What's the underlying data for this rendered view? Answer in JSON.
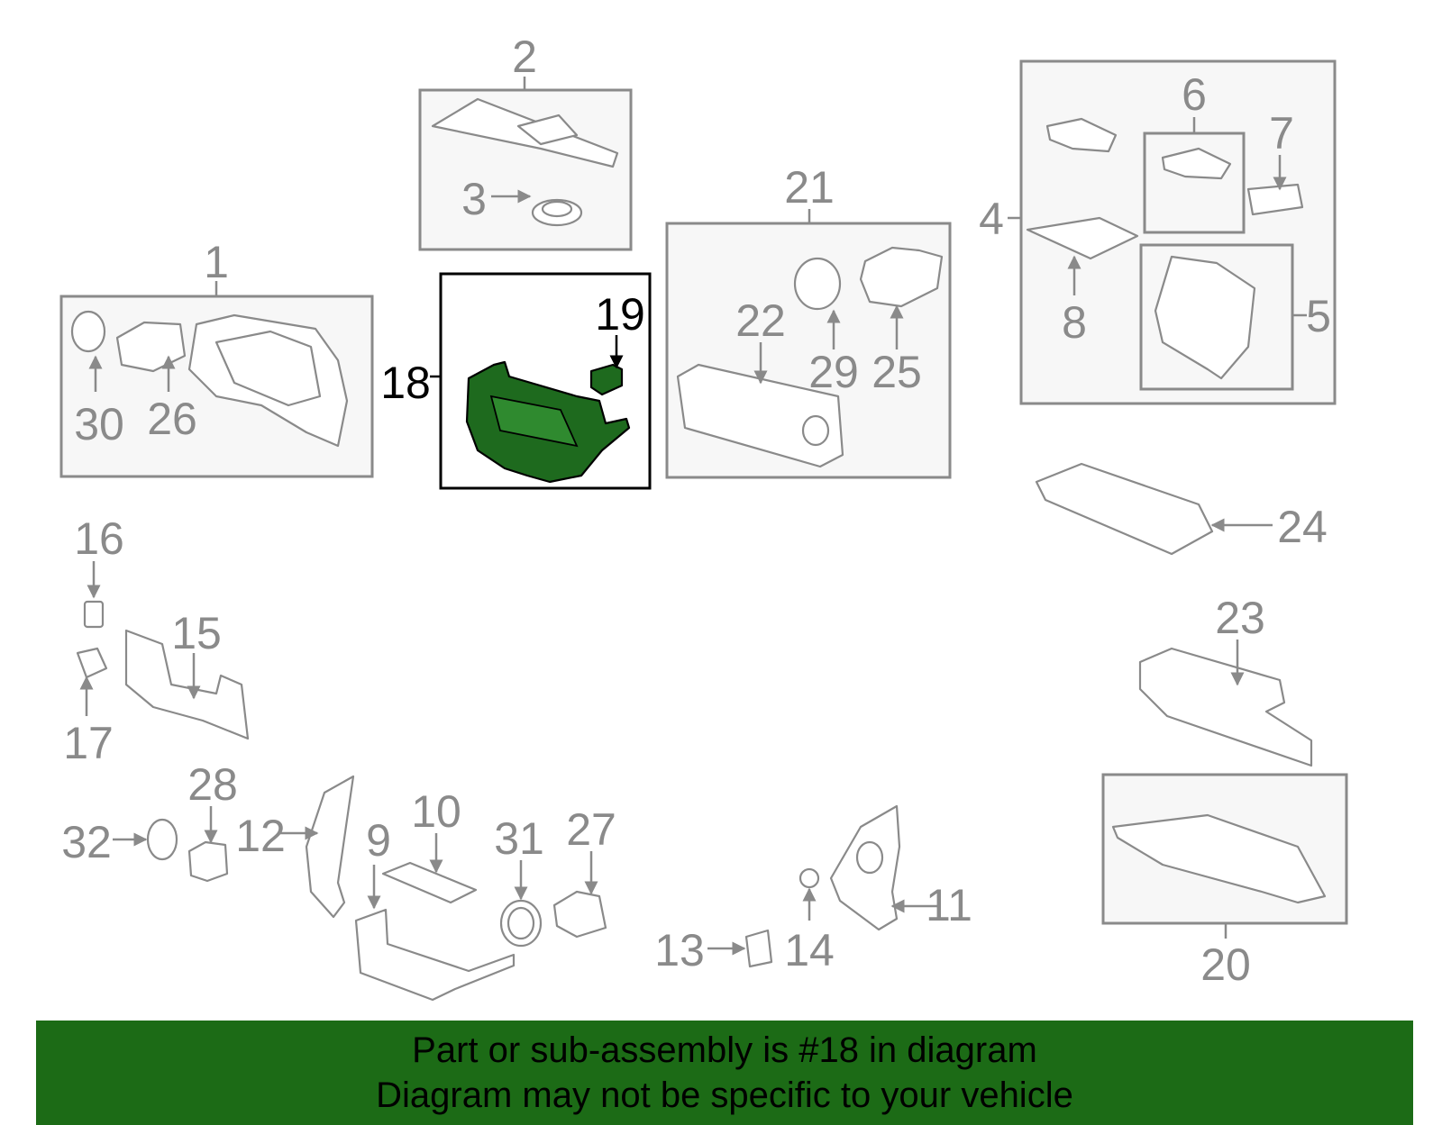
{
  "diagram": {
    "highlight_color": "#1c6b16",
    "callouts": [
      "1",
      "2",
      "3",
      "4",
      "5",
      "6",
      "7",
      "8",
      "9",
      "10",
      "11",
      "12",
      "13",
      "14",
      "15",
      "16",
      "17",
      "18",
      "19",
      "20",
      "21",
      "22",
      "23",
      "24",
      "25",
      "26",
      "27",
      "28",
      "29",
      "30",
      "31",
      "32"
    ],
    "highlighted_callouts": [
      "18",
      "19"
    ]
  },
  "banner": {
    "line1": "Part or sub-assembly is #18 in diagram",
    "line2": "Diagram may not be specific to your vehicle"
  }
}
